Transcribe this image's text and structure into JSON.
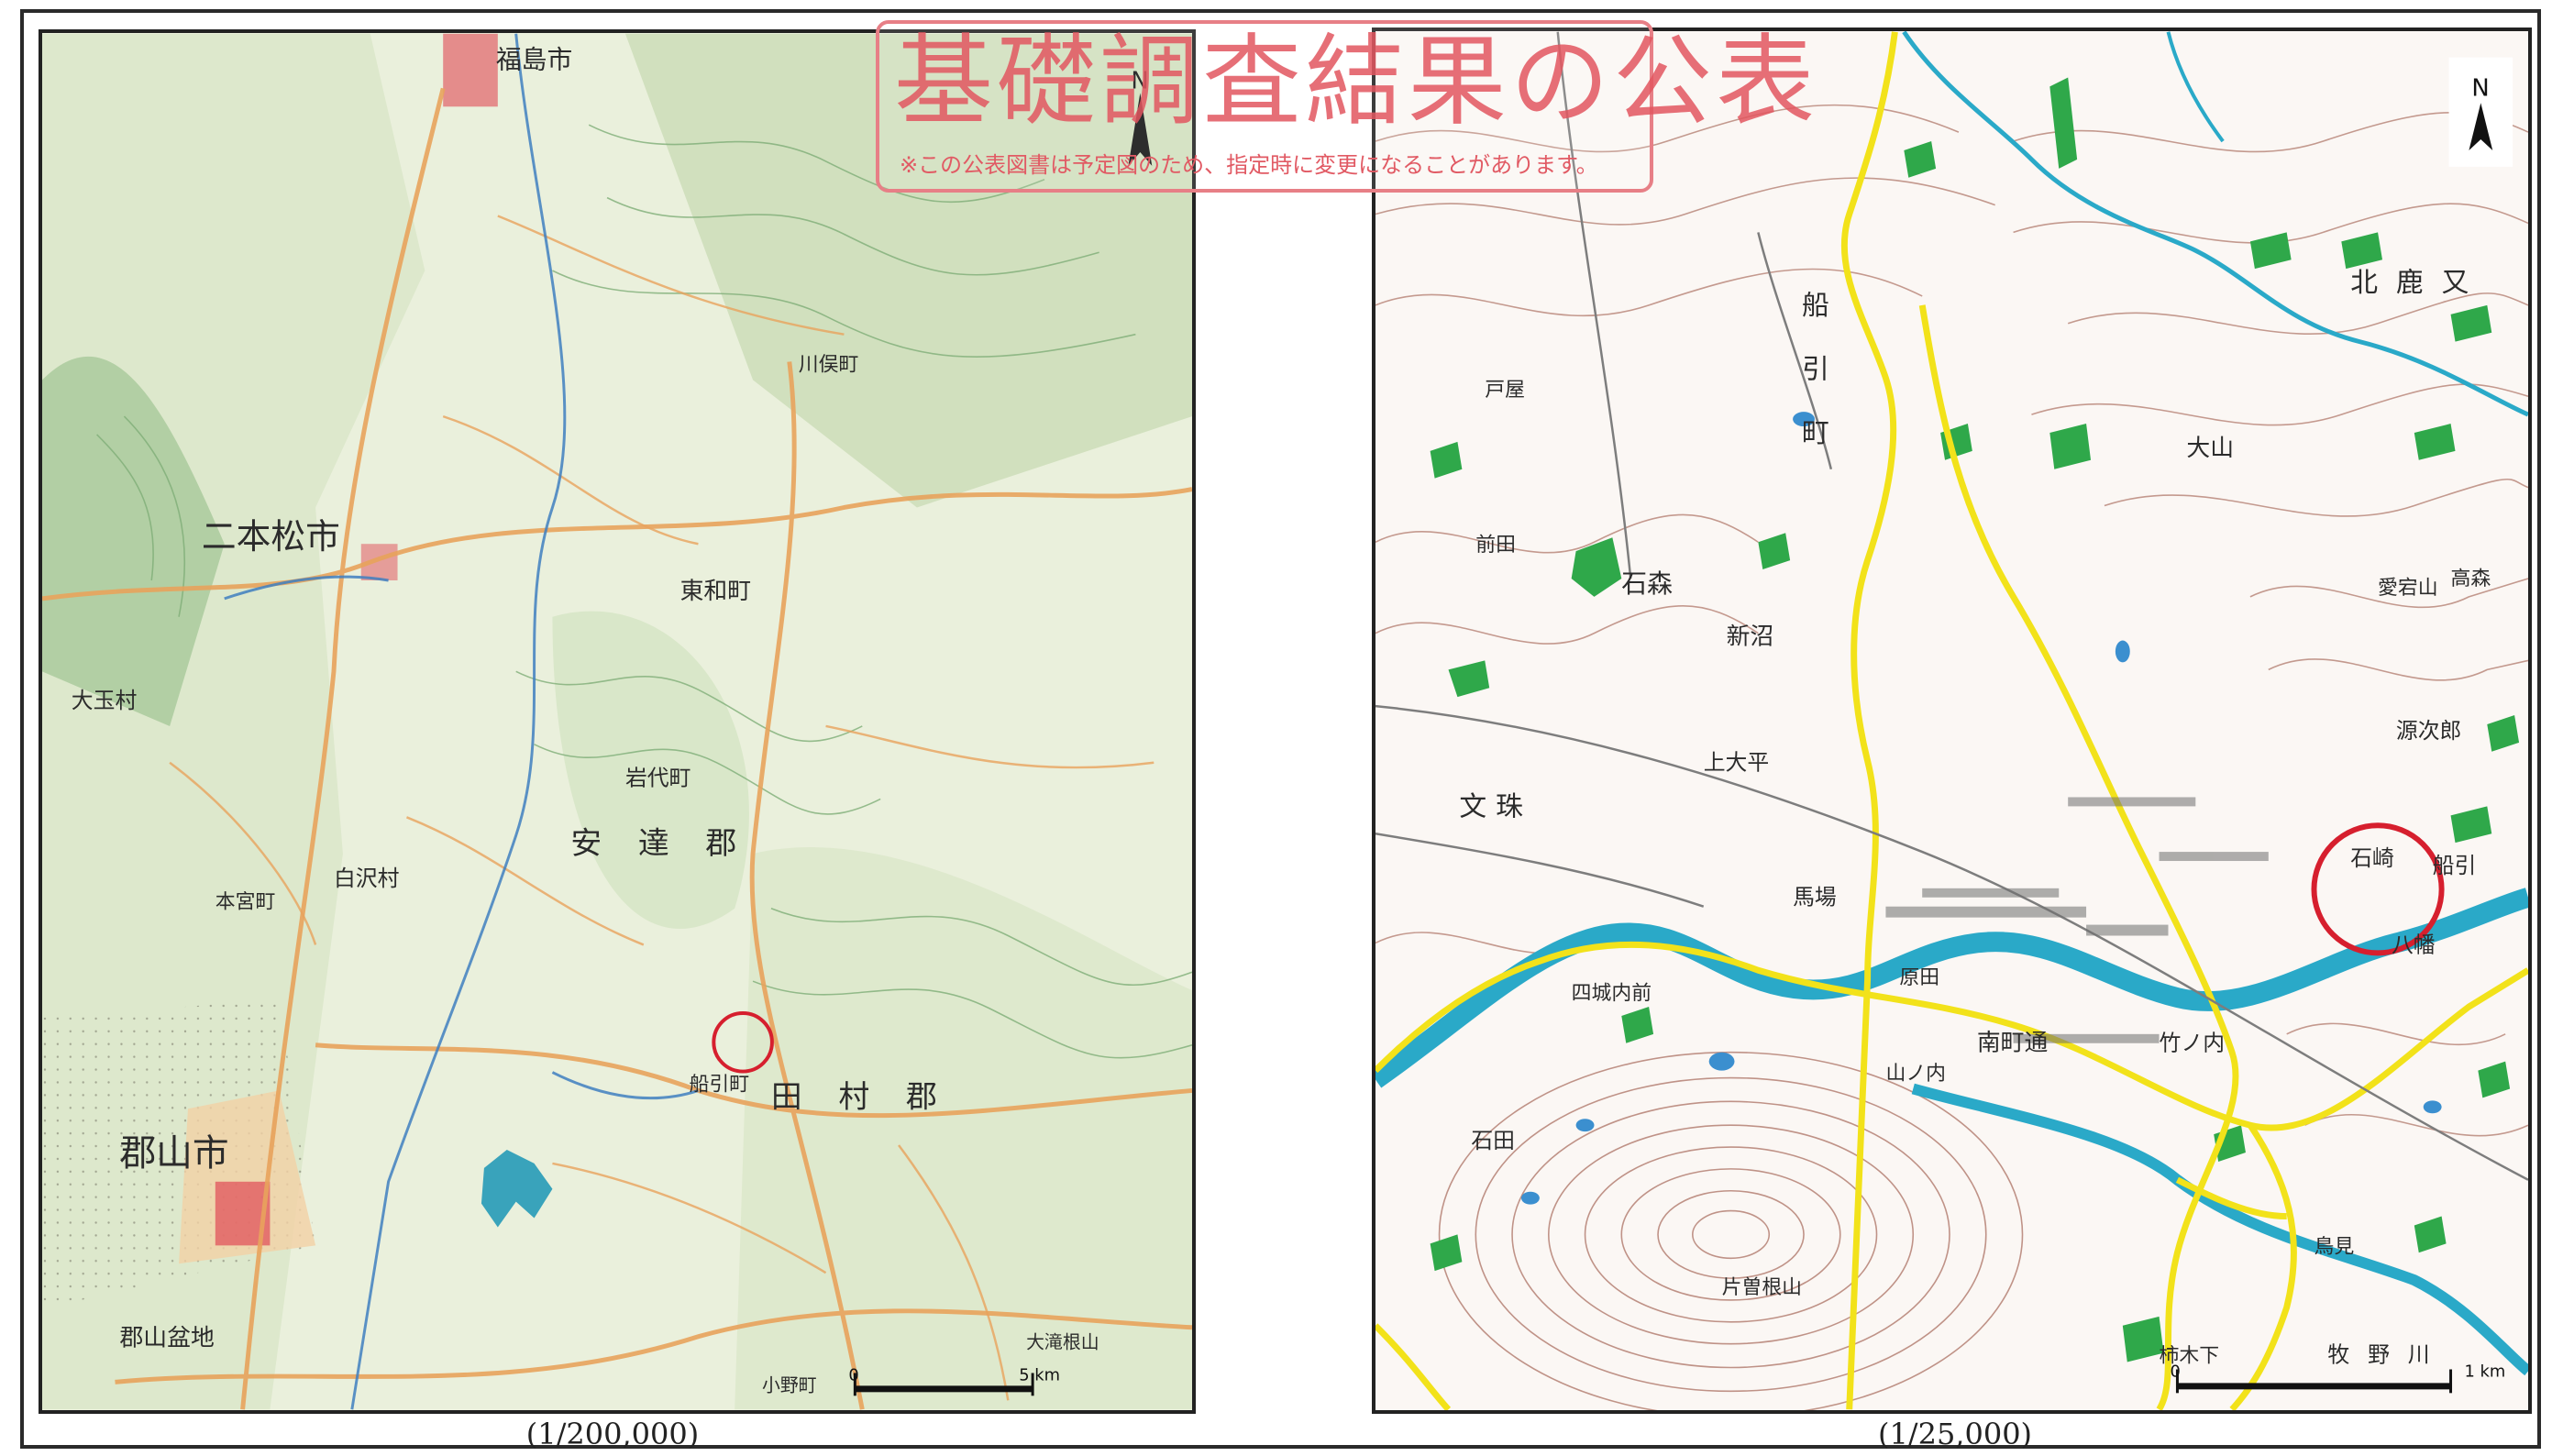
{
  "maps": {
    "left": {
      "scale_caption": "(1/200,000)",
      "scale_bar_start": "0",
      "scale_bar_end": "5 km",
      "place_names": [
        "福島市",
        "二本松市",
        "郡山市",
        "大玉村",
        "安達郡",
        "田村郡",
        "船引町",
        "川俣町",
        "東和町",
        "岩代町",
        "本宮町",
        "白沢村",
        "郡山盆地",
        "小野町",
        "大滝根山"
      ]
    },
    "right": {
      "scale_caption": "(1/25,000)",
      "scale_bar_start": "0",
      "scale_bar_end": "1 km",
      "place_names": [
        "船",
        "引",
        "町",
        "北鹿又",
        "大山",
        "石森",
        "新沼",
        "文珠",
        "上大平",
        "馬場",
        "石崎",
        "船引",
        "八幡",
        "原田",
        "四城内前",
        "石田",
        "山ノ内",
        "南町通",
        "竹ノ内",
        "源次郎",
        "片曽根山",
        "愛宕山",
        "高森",
        "戸屋",
        "前田",
        "牧野川",
        "鳥見",
        "柿木下"
      ]
    }
  },
  "stamp": {
    "title": "基礎調査結果の公表",
    "note": "※この公表図書は予定図のため、指定時に変更になることがあります。"
  },
  "north_arrow_label": "N",
  "colors": {
    "stamp": "#e35a63",
    "marker": "#d61f2e",
    "river": "#2aa9c8",
    "road": "#f2e21a"
  }
}
